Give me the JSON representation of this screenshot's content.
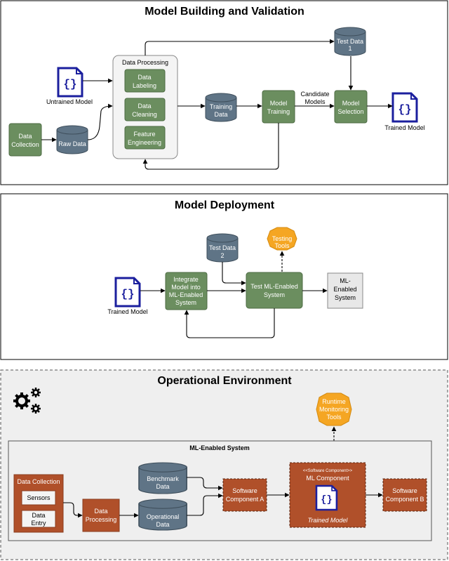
{
  "sections": {
    "building": "Model Building and Validation",
    "deployment": "Model Deployment",
    "operational": "Operational Environment"
  },
  "building": {
    "untrained_model": "Untrained Model",
    "data_collection": [
      "Data",
      "Collection"
    ],
    "raw_data": "Raw Data",
    "data_processing": "Data Processing",
    "data_labeling": [
      "Data",
      "Labeling"
    ],
    "data_cleaning": [
      "Data",
      "Cleaning"
    ],
    "feature_engineering": [
      "Feature",
      "Engineering"
    ],
    "training_data": [
      "Training",
      "Data"
    ],
    "model_training": [
      "Model",
      "Training"
    ],
    "candidate_models": [
      "Candidate",
      "Models"
    ],
    "test_data_1": [
      "Test Data",
      "1"
    ],
    "model_selection": [
      "Model",
      "Selection"
    ],
    "trained_model": "Trained Model"
  },
  "deployment": {
    "trained_model": "Trained Model",
    "integrate": [
      "Integrate",
      "Model into",
      "ML-Enabled",
      "System"
    ],
    "test_data_2": [
      "Test Data",
      "2"
    ],
    "testing_tools": [
      "Testing",
      "Tools"
    ],
    "test_system": [
      "Test ML-Enabled",
      "System"
    ],
    "ml_enabled_system": [
      "ML-",
      "Enabled",
      "System"
    ]
  },
  "operational": {
    "runtime_tools": [
      "Runtime",
      "Monitoring",
      "Tools"
    ],
    "ml_enabled_system": "ML-Enabled System",
    "data_collection": "Data Collection",
    "sensors": "Sensors",
    "data_entry": [
      "Data",
      "Entry"
    ],
    "data_processing": [
      "Data",
      "Processing"
    ],
    "benchmark_data": [
      "Benchmark",
      "Data"
    ],
    "operational_data": [
      "Operational",
      "Data"
    ],
    "software_component_a": [
      "Software",
      "Component A"
    ],
    "software_component_stereo": "<<Software Component>>",
    "ml_component": "ML Component",
    "trained_model": "Trained Model",
    "software_component_b": [
      "Software",
      "Component B"
    ]
  },
  "icons": {
    "model_file": "braces-file-icon",
    "gears": "gears-icon"
  },
  "colors": {
    "green": "#6b8e5f",
    "green_border": "#4d6b43",
    "db": "#5f7486",
    "orange": "#f5a623",
    "rust": "#b0502a",
    "file_blue": "#1b1f9e",
    "grey_panel": "#efefef"
  }
}
